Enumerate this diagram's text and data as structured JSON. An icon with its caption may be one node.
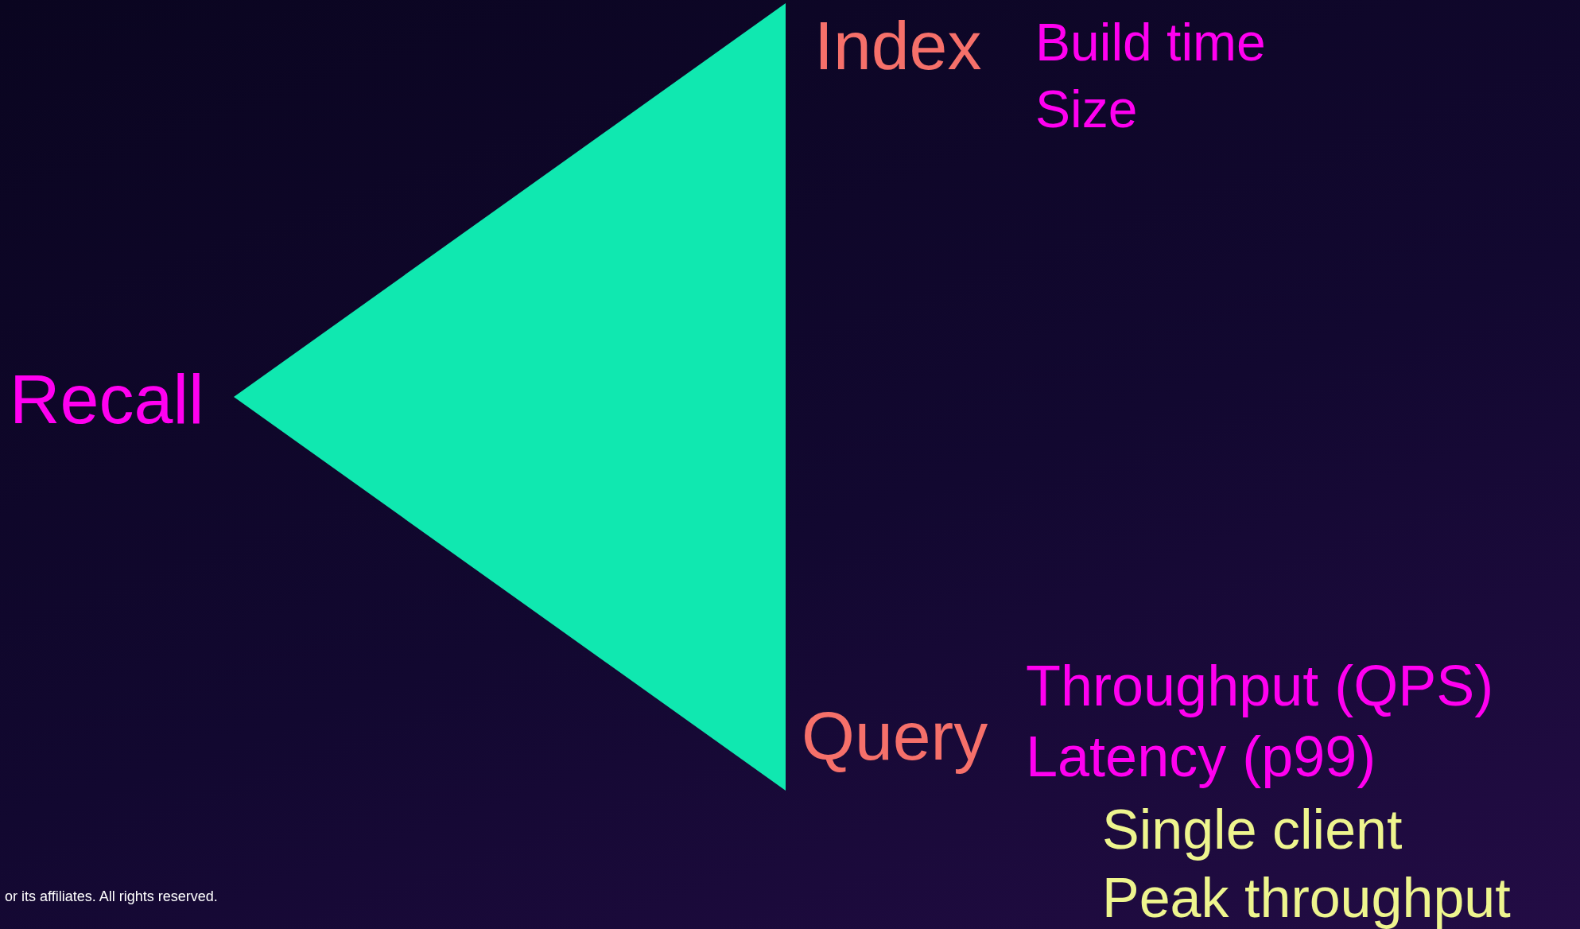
{
  "diagram": {
    "nodes": [
      {
        "text": [],
        "shape": "triangle"
      }
    ],
    "edges": [],
    "labels": [
      "Index",
      "Build time",
      "Size",
      "Recall",
      "Throughput (QPS)",
      "Query",
      "Latency (p99)",
      "Single client",
      "Peak throughput",
      "or its affiliates. All rights reserved."
    ]
  }
}
